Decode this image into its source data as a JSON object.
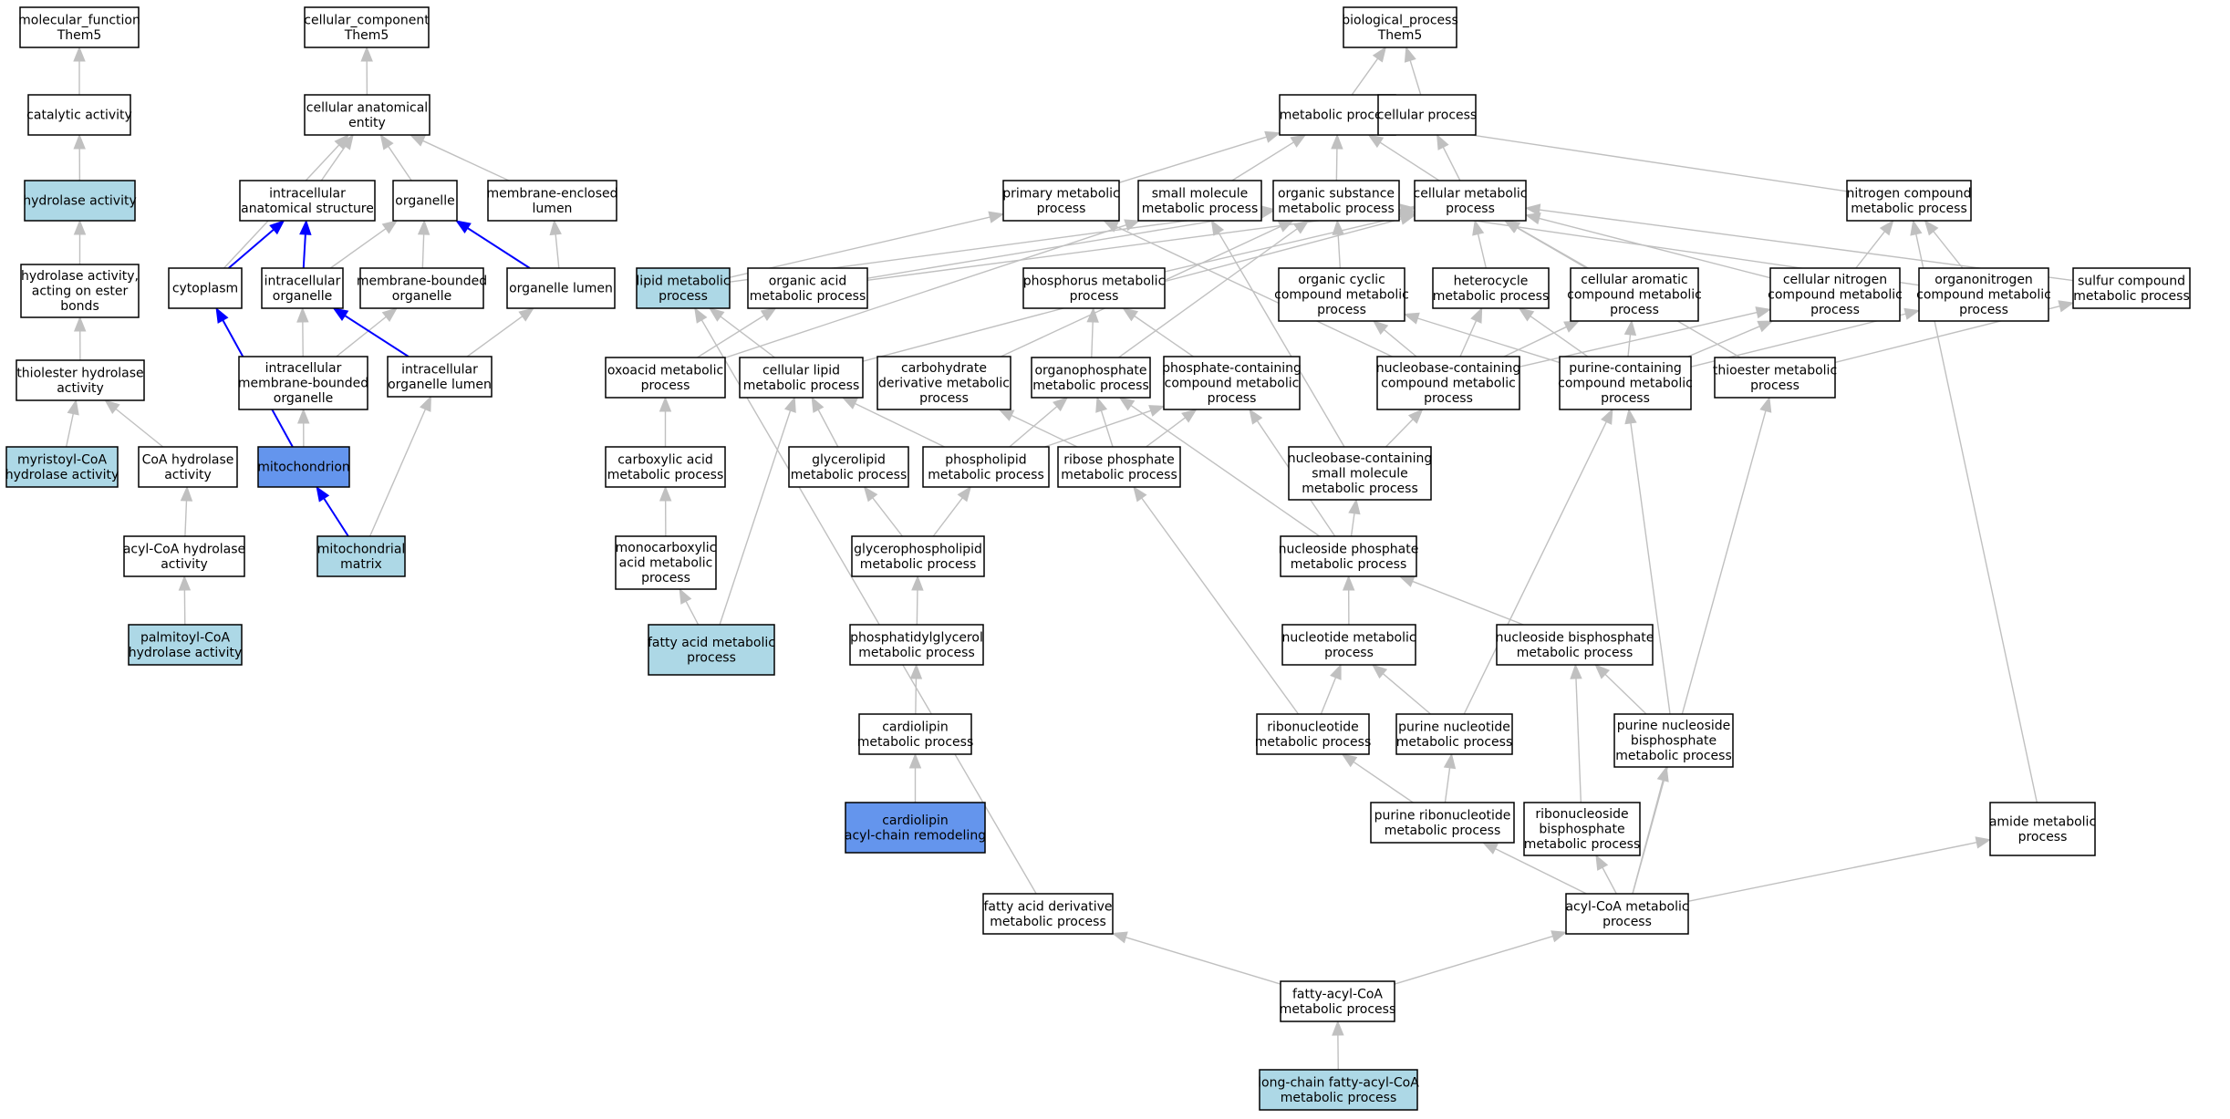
{
  "colors": {
    "edge_default": "#c0c0c0",
    "edge_highlight": "#0000ff",
    "node_border": "#000000",
    "fill_light": "#add8e6",
    "fill_dark": "#6495ed",
    "fill_plain": "#ffffff"
  },
  "nodes": [
    {
      "id": "mf",
      "lines": [
        "molecular_function",
        "Them5"
      ],
      "fill": "plain"
    },
    {
      "id": "cat",
      "lines": [
        "catalytic activity"
      ],
      "fill": "plain"
    },
    {
      "id": "hyd",
      "lines": [
        "hydrolase activity"
      ],
      "fill": "light"
    },
    {
      "id": "hydest",
      "lines": [
        "hydrolase activity,",
        "acting on ester",
        "bonds"
      ],
      "fill": "plain"
    },
    {
      "id": "thiohyd",
      "lines": [
        "thiolester hydrolase",
        "activity"
      ],
      "fill": "plain"
    },
    {
      "id": "myr",
      "lines": [
        "myristoyl-CoA",
        "hydrolase activity"
      ],
      "fill": "light"
    },
    {
      "id": "coahyd",
      "lines": [
        "CoA hydrolase",
        "activity"
      ],
      "fill": "plain"
    },
    {
      "id": "acylcoahyd",
      "lines": [
        "acyl-CoA hydrolase",
        "activity"
      ],
      "fill": "plain"
    },
    {
      "id": "palm",
      "lines": [
        "palmitoyl-CoA",
        "hydrolase activity"
      ],
      "fill": "light"
    },
    {
      "id": "cc",
      "lines": [
        "cellular_component",
        "Them5"
      ],
      "fill": "plain"
    },
    {
      "id": "cae",
      "lines": [
        "cellular anatomical",
        "entity"
      ],
      "fill": "plain"
    },
    {
      "id": "ias",
      "lines": [
        "intracellular",
        "anatomical structure"
      ],
      "fill": "plain"
    },
    {
      "id": "org",
      "lines": [
        "organelle"
      ],
      "fill": "plain"
    },
    {
      "id": "mel",
      "lines": [
        "membrane-enclosed",
        "lumen"
      ],
      "fill": "plain"
    },
    {
      "id": "cyto",
      "lines": [
        "cytoplasm"
      ],
      "fill": "plain"
    },
    {
      "id": "iorg",
      "lines": [
        "intracellular",
        "organelle"
      ],
      "fill": "plain"
    },
    {
      "id": "mbo",
      "lines": [
        "membrane-bounded",
        "organelle"
      ],
      "fill": "plain"
    },
    {
      "id": "ol",
      "lines": [
        "organelle lumen"
      ],
      "fill": "plain"
    },
    {
      "id": "imbo",
      "lines": [
        "intracellular",
        "membrane-bounded",
        "organelle"
      ],
      "fill": "plain"
    },
    {
      "id": "iol",
      "lines": [
        "intracellular",
        "organelle lumen"
      ],
      "fill": "plain"
    },
    {
      "id": "mito",
      "lines": [
        "mitochondrion"
      ],
      "fill": "dark"
    },
    {
      "id": "mmat",
      "lines": [
        "mitochondrial",
        "matrix"
      ],
      "fill": "light"
    },
    {
      "id": "bp",
      "lines": [
        "biological_process",
        "Them5"
      ],
      "fill": "plain"
    },
    {
      "id": "met",
      "lines": [
        "metabolic process"
      ],
      "fill": "plain"
    },
    {
      "id": "cell",
      "lines": [
        "cellular process"
      ],
      "fill": "plain"
    },
    {
      "id": "pmp",
      "lines": [
        "primary metabolic",
        "process"
      ],
      "fill": "plain"
    },
    {
      "id": "smmp",
      "lines": [
        "small molecule",
        "metabolic process"
      ],
      "fill": "plain"
    },
    {
      "id": "osmp",
      "lines": [
        "organic substance",
        "metabolic process"
      ],
      "fill": "plain"
    },
    {
      "id": "cmp",
      "lines": [
        "cellular metabolic",
        "process"
      ],
      "fill": "plain"
    },
    {
      "id": "ncmp",
      "lines": [
        "nitrogen compound",
        "metabolic process"
      ],
      "fill": "plain"
    },
    {
      "id": "lmp",
      "lines": [
        "lipid metabolic",
        "process"
      ],
      "fill": "light"
    },
    {
      "id": "oamp",
      "lines": [
        "organic acid",
        "metabolic process"
      ],
      "fill": "plain"
    },
    {
      "id": "phmp",
      "lines": [
        "phosphorus metabolic",
        "process"
      ],
      "fill": "plain"
    },
    {
      "id": "occmp",
      "lines": [
        "organic cyclic",
        "compound metabolic",
        "process"
      ],
      "fill": "plain"
    },
    {
      "id": "hmp",
      "lines": [
        "heterocycle",
        "metabolic process"
      ],
      "fill": "plain"
    },
    {
      "id": "cacmp",
      "lines": [
        "cellular aromatic",
        "compound metabolic",
        "process"
      ],
      "fill": "plain"
    },
    {
      "id": "cncmp",
      "lines": [
        "cellular nitrogen",
        "compound metabolic",
        "process"
      ],
      "fill": "plain"
    },
    {
      "id": "oncmp",
      "lines": [
        "organonitrogen",
        "compound metabolic",
        "process"
      ],
      "fill": "plain"
    },
    {
      "id": "scmp",
      "lines": [
        "sulfur compound",
        "metabolic process"
      ],
      "fill": "plain"
    },
    {
      "id": "oxmp",
      "lines": [
        "oxoacid metabolic",
        "process"
      ],
      "fill": "plain"
    },
    {
      "id": "clmp",
      "lines": [
        "cellular lipid",
        "metabolic process"
      ],
      "fill": "plain"
    },
    {
      "id": "cdmp",
      "lines": [
        "carbohydrate",
        "derivative metabolic",
        "process"
      ],
      "fill": "plain"
    },
    {
      "id": "opmp",
      "lines": [
        "organophosphate",
        "metabolic process"
      ],
      "fill": "plain"
    },
    {
      "id": "pccmp",
      "lines": [
        "phosphate-containing",
        "compound metabolic",
        "process"
      ],
      "fill": "plain"
    },
    {
      "id": "nbccmp",
      "lines": [
        "nucleobase-containing",
        "compound metabolic",
        "process"
      ],
      "fill": "plain"
    },
    {
      "id": "pucmp",
      "lines": [
        "purine-containing",
        "compound metabolic",
        "process"
      ],
      "fill": "plain"
    },
    {
      "id": "temp",
      "lines": [
        "thioester metabolic",
        "process"
      ],
      "fill": "plain"
    },
    {
      "id": "camp",
      "lines": [
        "carboxylic acid",
        "metabolic process"
      ],
      "fill": "plain"
    },
    {
      "id": "glmp",
      "lines": [
        "glycerolipid",
        "metabolic process"
      ],
      "fill": "plain"
    },
    {
      "id": "plmp",
      "lines": [
        "phospholipid",
        "metabolic process"
      ],
      "fill": "plain"
    },
    {
      "id": "rpmp",
      "lines": [
        "ribose phosphate",
        "metabolic process"
      ],
      "fill": "plain"
    },
    {
      "id": "nbcsmp",
      "lines": [
        "nucleobase-containing",
        "small molecule",
        "metabolic process"
      ],
      "fill": "plain"
    },
    {
      "id": "mcamp",
      "lines": [
        "monocarboxylic",
        "acid metabolic",
        "process"
      ],
      "fill": "plain"
    },
    {
      "id": "gplmp",
      "lines": [
        "glycerophospholipid",
        "metabolic process"
      ],
      "fill": "plain"
    },
    {
      "id": "nspmp",
      "lines": [
        "nucleoside phosphate",
        "metabolic process"
      ],
      "fill": "plain"
    },
    {
      "id": "famp",
      "lines": [
        "fatty acid metabolic",
        "process"
      ],
      "fill": "light"
    },
    {
      "id": "pgmp",
      "lines": [
        "phosphatidylglycerol",
        "metabolic process"
      ],
      "fill": "plain"
    },
    {
      "id": "ntmp",
      "lines": [
        "nucleotide metabolic",
        "process"
      ],
      "fill": "plain"
    },
    {
      "id": "nsbpmp",
      "lines": [
        "nucleoside bisphosphate",
        "metabolic process"
      ],
      "fill": "plain"
    },
    {
      "id": "clpmp",
      "lines": [
        "cardiolipin",
        "metabolic process"
      ],
      "fill": "plain"
    },
    {
      "id": "rnmp",
      "lines": [
        "ribonucleotide",
        "metabolic process"
      ],
      "fill": "plain"
    },
    {
      "id": "pnmp",
      "lines": [
        "purine nucleotide",
        "metabolic process"
      ],
      "fill": "plain"
    },
    {
      "id": "pnsbpmp",
      "lines": [
        "purine nucleoside",
        "bisphosphate",
        "metabolic process"
      ],
      "fill": "plain"
    },
    {
      "id": "clar",
      "lines": [
        "cardiolipin",
        "acyl-chain remodeling"
      ],
      "fill": "dark"
    },
    {
      "id": "prnmp",
      "lines": [
        "purine ribonucleotide",
        "metabolic process"
      ],
      "fill": "plain"
    },
    {
      "id": "rnsbpmp",
      "lines": [
        "ribonucleoside",
        "bisphosphate",
        "metabolic process"
      ],
      "fill": "plain"
    },
    {
      "id": "amp",
      "lines": [
        "amide metabolic",
        "process"
      ],
      "fill": "plain"
    },
    {
      "id": "fadmp",
      "lines": [
        "fatty acid derivative",
        "metabolic process"
      ],
      "fill": "plain"
    },
    {
      "id": "acoamp",
      "lines": [
        "acyl-CoA metabolic",
        "process"
      ],
      "fill": "plain"
    },
    {
      "id": "facoamp",
      "lines": [
        "fatty-acyl-CoA",
        "metabolic process"
      ],
      "fill": "plain"
    },
    {
      "id": "lcfacoamp",
      "lines": [
        "long-chain fatty-acyl-CoA",
        "metabolic process"
      ],
      "fill": "light"
    }
  ],
  "edges": [
    {
      "from": "cat",
      "to": "mf"
    },
    {
      "from": "hyd",
      "to": "cat"
    },
    {
      "from": "hydest",
      "to": "hyd"
    },
    {
      "from": "thiohyd",
      "to": "hydest"
    },
    {
      "from": "myr",
      "to": "thiohyd"
    },
    {
      "from": "coahyd",
      "to": "thiohyd"
    },
    {
      "from": "acylcoahyd",
      "to": "coahyd"
    },
    {
      "from": "palm",
      "to": "acylcoahyd"
    },
    {
      "from": "cae",
      "to": "cc"
    },
    {
      "from": "ias",
      "to": "cae"
    },
    {
      "from": "org",
      "to": "cae"
    },
    {
      "from": "mel",
      "to": "cae"
    },
    {
      "from": "cyto",
      "to": "cae"
    },
    {
      "from": "cyto",
      "to": "ias",
      "hl": true
    },
    {
      "from": "iorg",
      "to": "ias",
      "hl": true
    },
    {
      "from": "iorg",
      "to": "org"
    },
    {
      "from": "mbo",
      "to": "org"
    },
    {
      "from": "ol",
      "to": "org",
      "hl": true
    },
    {
      "from": "ol",
      "to": "mel"
    },
    {
      "from": "imbo",
      "to": "iorg"
    },
    {
      "from": "imbo",
      "to": "mbo"
    },
    {
      "from": "iol",
      "to": "iorg",
      "hl": true
    },
    {
      "from": "iol",
      "to": "ol"
    },
    {
      "from": "mito",
      "to": "cyto",
      "hl": true
    },
    {
      "from": "mito",
      "to": "imbo"
    },
    {
      "from": "mmat",
      "to": "mito",
      "hl": true
    },
    {
      "from": "mmat",
      "to": "iol"
    },
    {
      "from": "met",
      "to": "bp"
    },
    {
      "from": "cell",
      "to": "bp"
    },
    {
      "from": "pmp",
      "to": "met"
    },
    {
      "from": "smmp",
      "to": "met"
    },
    {
      "from": "osmp",
      "to": "met"
    },
    {
      "from": "cmp",
      "to": "met"
    },
    {
      "from": "cmp",
      "to": "cell"
    },
    {
      "from": "ncmp",
      "to": "met"
    },
    {
      "from": "lmp",
      "to": "pmp"
    },
    {
      "from": "lmp",
      "to": "osmp"
    },
    {
      "from": "oamp",
      "to": "cmp"
    },
    {
      "from": "oamp",
      "to": "osmp"
    },
    {
      "from": "phmp",
      "to": "cmp"
    },
    {
      "from": "occmp",
      "to": "osmp"
    },
    {
      "from": "hmp",
      "to": "cmp"
    },
    {
      "from": "cacmp",
      "to": "cmp"
    },
    {
      "from": "cncmp",
      "to": "cmp"
    },
    {
      "from": "cncmp",
      "to": "ncmp"
    },
    {
      "from": "oncmp",
      "to": "ncmp"
    },
    {
      "from": "oncmp",
      "to": "osmp"
    },
    {
      "from": "scmp",
      "to": "cmp"
    },
    {
      "from": "oxmp",
      "to": "oamp"
    },
    {
      "from": "oxmp",
      "to": "smmp"
    },
    {
      "from": "clmp",
      "to": "lmp"
    },
    {
      "from": "clmp",
      "to": "cmp"
    },
    {
      "from": "cdmp",
      "to": "osmp"
    },
    {
      "from": "opmp",
      "to": "phmp"
    },
    {
      "from": "opmp",
      "to": "osmp"
    },
    {
      "from": "pccmp",
      "to": "phmp"
    },
    {
      "from": "nbccmp",
      "to": "occmp"
    },
    {
      "from": "nbccmp",
      "to": "hmp"
    },
    {
      "from": "nbccmp",
      "to": "cacmp"
    },
    {
      "from": "nbccmp",
      "to": "cncmp"
    },
    {
      "from": "nbccmp",
      "to": "pmp"
    },
    {
      "from": "pucmp",
      "to": "occmp"
    },
    {
      "from": "pucmp",
      "to": "hmp"
    },
    {
      "from": "pucmp",
      "to": "cacmp"
    },
    {
      "from": "pucmp",
      "to": "cncmp"
    },
    {
      "from": "pucmp",
      "to": "oncmp"
    },
    {
      "from": "temp",
      "to": "cmp"
    },
    {
      "from": "temp",
      "to": "scmp"
    },
    {
      "from": "camp",
      "to": "oxmp"
    },
    {
      "from": "glmp",
      "to": "clmp"
    },
    {
      "from": "plmp",
      "to": "clmp"
    },
    {
      "from": "plmp",
      "to": "opmp"
    },
    {
      "from": "plmp",
      "to": "pccmp"
    },
    {
      "from": "rpmp",
      "to": "cdmp"
    },
    {
      "from": "rpmp",
      "to": "opmp"
    },
    {
      "from": "rpmp",
      "to": "pccmp"
    },
    {
      "from": "nbcsmp",
      "to": "nbccmp"
    },
    {
      "from": "nbcsmp",
      "to": "smmp"
    },
    {
      "from": "mcamp",
      "to": "camp"
    },
    {
      "from": "gplmp",
      "to": "glmp"
    },
    {
      "from": "gplmp",
      "to": "plmp"
    },
    {
      "from": "nspmp",
      "to": "nbcsmp"
    },
    {
      "from": "nspmp",
      "to": "opmp"
    },
    {
      "from": "nspmp",
      "to": "pccmp"
    },
    {
      "from": "famp",
      "to": "mcamp"
    },
    {
      "from": "famp",
      "to": "clmp"
    },
    {
      "from": "pgmp",
      "to": "gplmp"
    },
    {
      "from": "ntmp",
      "to": "nspmp"
    },
    {
      "from": "nsbpmp",
      "to": "nspmp"
    },
    {
      "from": "clpmp",
      "to": "pgmp"
    },
    {
      "from": "rnmp",
      "to": "ntmp"
    },
    {
      "from": "rnmp",
      "to": "rpmp"
    },
    {
      "from": "pnmp",
      "to": "ntmp"
    },
    {
      "from": "pnmp",
      "to": "pucmp"
    },
    {
      "from": "pnsbpmp",
      "to": "nsbpmp"
    },
    {
      "from": "pnsbpmp",
      "to": "pucmp"
    },
    {
      "from": "clar",
      "to": "clpmp"
    },
    {
      "from": "prnmp",
      "to": "rnmp"
    },
    {
      "from": "prnmp",
      "to": "pnmp"
    },
    {
      "from": "rnsbpmp",
      "to": "nsbpmp"
    },
    {
      "from": "amp",
      "to": "ncmp"
    },
    {
      "from": "fadmp",
      "to": "lmp"
    },
    {
      "from": "acoamp",
      "to": "prnmp"
    },
    {
      "from": "acoamp",
      "to": "rnsbpmp"
    },
    {
      "from": "acoamp",
      "to": "pnsbpmp"
    },
    {
      "from": "acoamp",
      "to": "temp"
    },
    {
      "from": "acoamp",
      "to": "amp"
    },
    {
      "from": "facoamp",
      "to": "fadmp"
    },
    {
      "from": "facoamp",
      "to": "acoamp"
    },
    {
      "from": "lcfacoamp",
      "to": "facoamp"
    }
  ]
}
